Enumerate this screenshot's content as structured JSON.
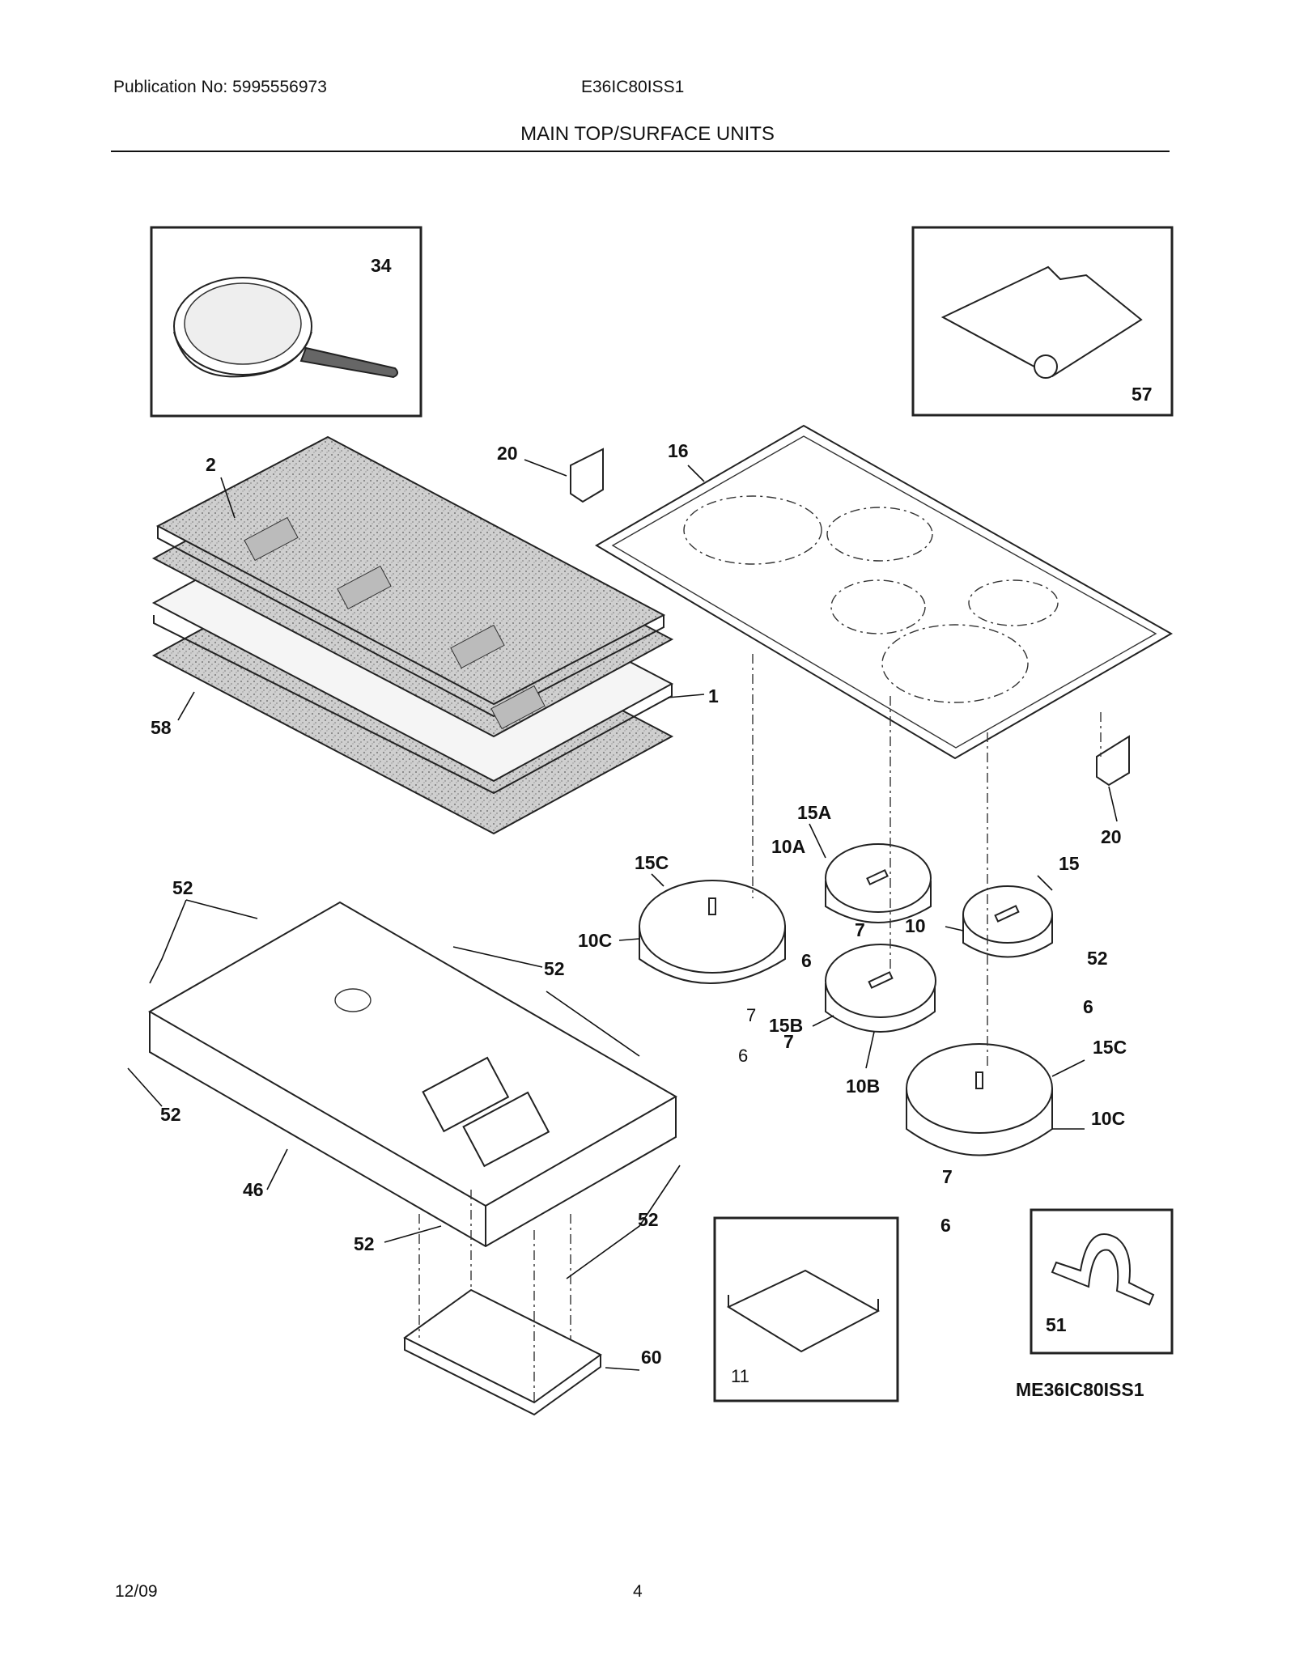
{
  "header": {
    "publication": "Publication No: 5995556973",
    "model": "E36IC80ISS1",
    "title": "MAIN TOP/SURFACE UNITS"
  },
  "footer": {
    "date": "12/09",
    "page": "4"
  },
  "diagram": {
    "drawing_id": "ME36IC80ISS1",
    "inset_parts": [
      "34",
      "57",
      "11",
      "51"
    ],
    "callouts": [
      "34",
      "57",
      "2",
      "20",
      "16",
      "1",
      "58",
      "15A",
      "10A",
      "15C",
      "20",
      "15",
      "10",
      "7",
      "6",
      "10C",
      "52",
      "52",
      "52",
      "15B",
      "7",
      "7",
      "6",
      "6",
      "10B",
      "15C",
      "10C",
      "52",
      "46",
      "52",
      "52",
      "7",
      "6",
      "60",
      "11",
      "51"
    ]
  }
}
